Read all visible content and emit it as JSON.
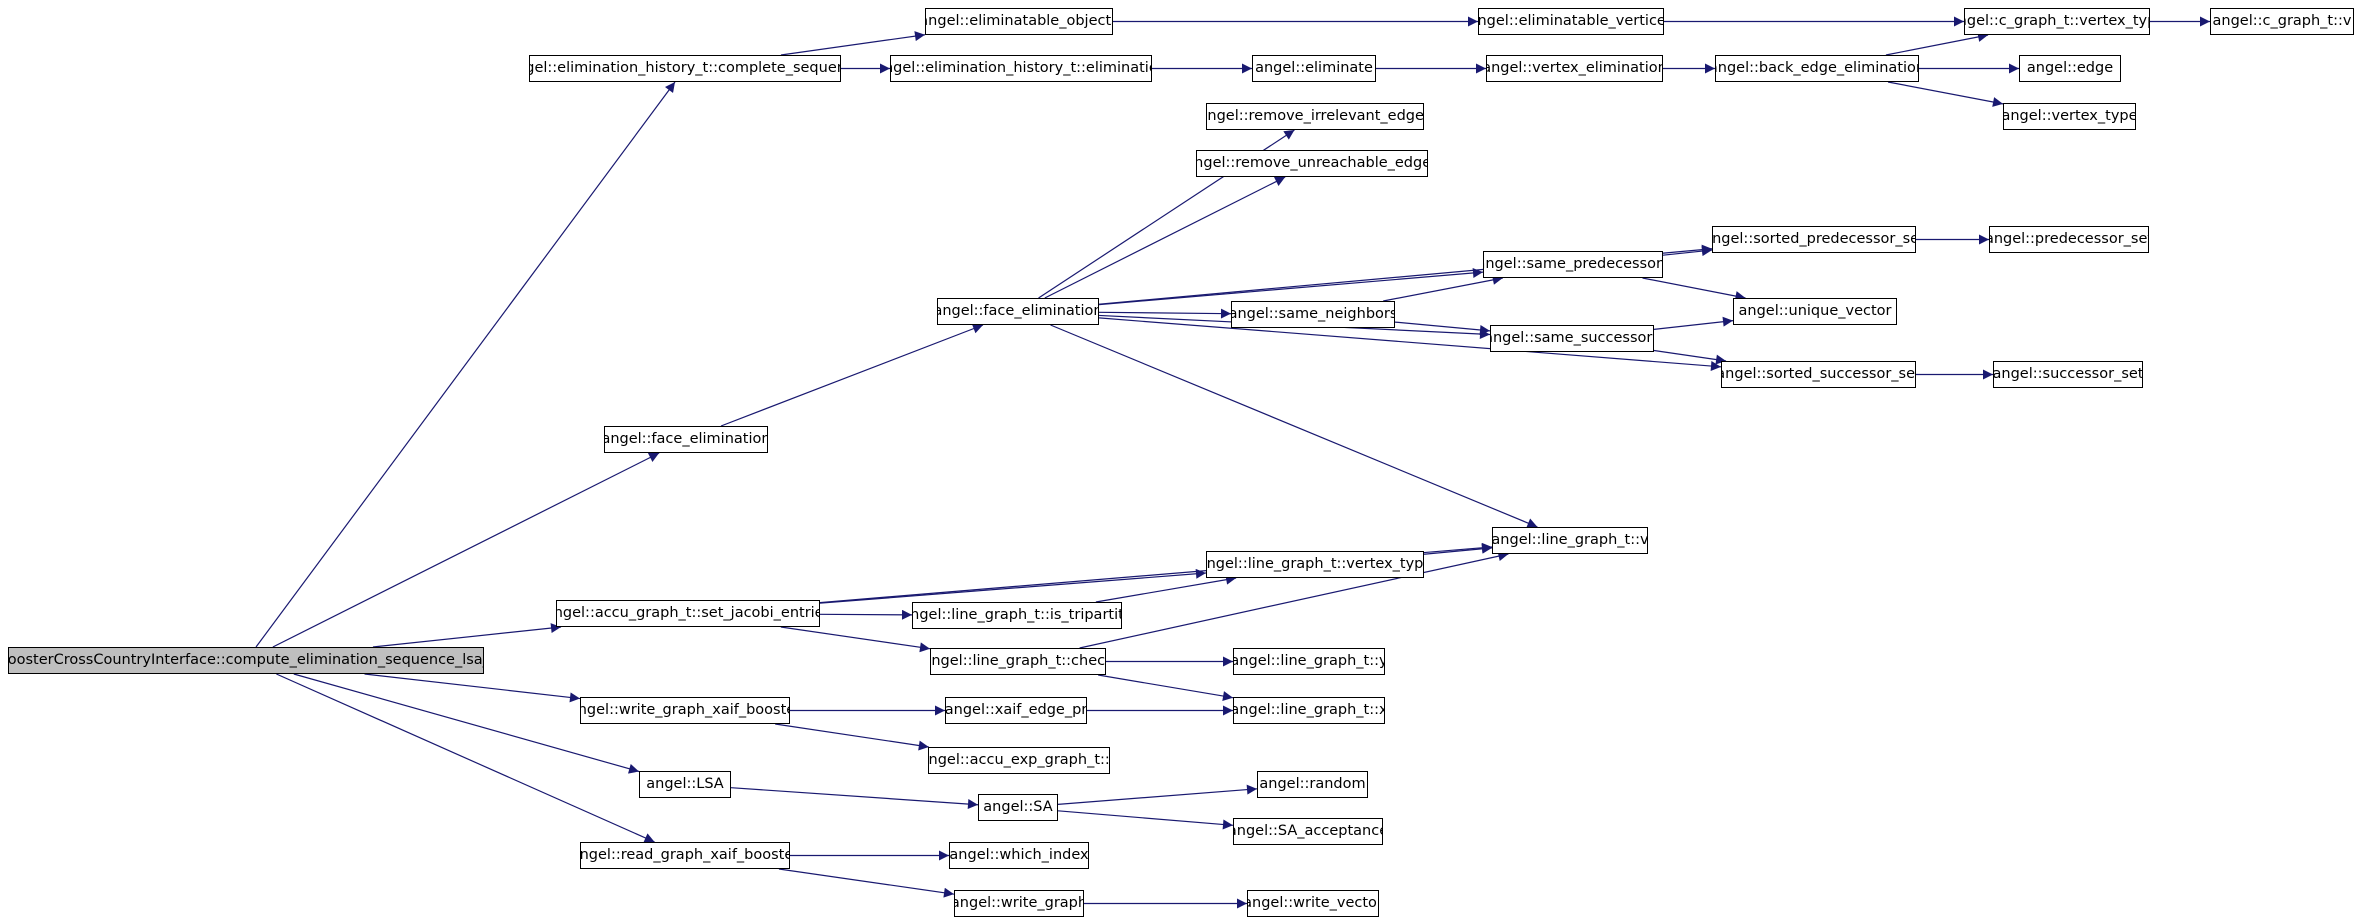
{
  "diagram": {
    "type": "call-graph",
    "edge_color": "#191970",
    "root_fill": "#bfbfbf",
    "nodes": [
      {
        "id": "root",
        "label": "xaifBoosterCrossCountryInterface::compute_elimination_sequence_lsa_face",
        "root": true
      },
      {
        "id": "ehcs",
        "label": "angel::elimination_history_t::complete_sequence"
      },
      {
        "id": "eo",
        "label": "angel::eliminatable_objects"
      },
      {
        "id": "ev",
        "label": "angel::eliminatable_vertices"
      },
      {
        "id": "cgvt",
        "label": "angel::c_graph_t::vertex_type"
      },
      {
        "id": "cgv",
        "label": "angel::c_graph_t::v"
      },
      {
        "id": "ehe",
        "label": "angel::elimination_history_t::elimination"
      },
      {
        "id": "elim",
        "label": "angel::eliminate"
      },
      {
        "id": "velim",
        "label": "angel::vertex_elimination"
      },
      {
        "id": "bee",
        "label": "angel::back_edge_elimination"
      },
      {
        "id": "edge",
        "label": "angel::edge"
      },
      {
        "id": "vt",
        "label": "angel::vertex_type"
      },
      {
        "id": "rie",
        "label": "angel::remove_irrelevant_edges"
      },
      {
        "id": "rue",
        "label": "angel::remove_unreachable_edges"
      },
      {
        "id": "fe2",
        "label": "angel::face_elimination"
      },
      {
        "id": "sps",
        "label": "angel::sorted_predecessor_set"
      },
      {
        "id": "ps",
        "label": "angel::predecessor_set"
      },
      {
        "id": "sp",
        "label": "angel::same_predecessors"
      },
      {
        "id": "uv",
        "label": "angel::unique_vector"
      },
      {
        "id": "sn",
        "label": "angel::same_neighbors"
      },
      {
        "id": "ss",
        "label": "angel::same_successors"
      },
      {
        "id": "sss",
        "label": "angel::sorted_successor_set"
      },
      {
        "id": "sus",
        "label": "angel::successor_set"
      },
      {
        "id": "fe1",
        "label": "angel::face_elimination"
      },
      {
        "id": "lgv",
        "label": "angel::line_graph_t::v"
      },
      {
        "id": "lgvt",
        "label": "angel::line_graph_t::vertex_type"
      },
      {
        "id": "agsje",
        "label": "angel::accu_graph_t::set_jacobi_entries"
      },
      {
        "id": "lgit",
        "label": "angel::line_graph_t::is_tripartite"
      },
      {
        "id": "lgc",
        "label": "angel::line_graph_t::check"
      },
      {
        "id": "lgy",
        "label": "angel::line_graph_t::y"
      },
      {
        "id": "wgxb",
        "label": "angel::write_graph_xaif_booster"
      },
      {
        "id": "xep",
        "label": "angel::xaif_edge_pr"
      },
      {
        "id": "lgx",
        "label": "angel::line_graph_t::x"
      },
      {
        "id": "aegv",
        "label": "angel::accu_exp_graph_t::v"
      },
      {
        "id": "lsa",
        "label": "angel::LSA"
      },
      {
        "id": "sa",
        "label": "angel::SA"
      },
      {
        "id": "rand",
        "label": "angel::random"
      },
      {
        "id": "saacc",
        "label": "angel::SA_acceptance"
      },
      {
        "id": "rgxb",
        "label": "angel::read_graph_xaif_booster"
      },
      {
        "id": "wi",
        "label": "angel::which_index"
      },
      {
        "id": "wg",
        "label": "angel::write_graph"
      },
      {
        "id": "wv",
        "label": "angel::write_vector"
      }
    ],
    "edges": [
      [
        "root",
        "ehcs"
      ],
      [
        "root",
        "fe1"
      ],
      [
        "root",
        "agsje"
      ],
      [
        "root",
        "wgxb"
      ],
      [
        "root",
        "lsa"
      ],
      [
        "root",
        "rgxb"
      ],
      [
        "ehcs",
        "eo"
      ],
      [
        "ehcs",
        "ehe"
      ],
      [
        "eo",
        "ev"
      ],
      [
        "ev",
        "cgvt"
      ],
      [
        "cgvt",
        "cgv"
      ],
      [
        "ehe",
        "elim"
      ],
      [
        "elim",
        "velim"
      ],
      [
        "velim",
        "bee"
      ],
      [
        "bee",
        "cgvt"
      ],
      [
        "bee",
        "edge"
      ],
      [
        "bee",
        "vt"
      ],
      [
        "fe1",
        "fe2"
      ],
      [
        "fe2",
        "rie"
      ],
      [
        "fe2",
        "rue"
      ],
      [
        "fe2",
        "sps"
      ],
      [
        "fe2",
        "sp"
      ],
      [
        "fe2",
        "sn"
      ],
      [
        "fe2",
        "ss"
      ],
      [
        "fe2",
        "sss"
      ],
      [
        "fe2",
        "lgv"
      ],
      [
        "sps",
        "ps"
      ],
      [
        "sp",
        "sps"
      ],
      [
        "sp",
        "uv"
      ],
      [
        "sn",
        "sp"
      ],
      [
        "sn",
        "ss"
      ],
      [
        "ss",
        "uv"
      ],
      [
        "ss",
        "sss"
      ],
      [
        "sss",
        "sus"
      ],
      [
        "agsje",
        "lgv"
      ],
      [
        "agsje",
        "lgvt"
      ],
      [
        "agsje",
        "lgit"
      ],
      [
        "agsje",
        "lgc"
      ],
      [
        "lgvt",
        "lgv"
      ],
      [
        "lgit",
        "lgvt"
      ],
      [
        "lgc",
        "lgv"
      ],
      [
        "lgc",
        "lgy"
      ],
      [
        "lgc",
        "lgx"
      ],
      [
        "wgxb",
        "xep"
      ],
      [
        "wgxb",
        "aegv"
      ],
      [
        "xep",
        "lgx"
      ],
      [
        "lsa",
        "sa"
      ],
      [
        "sa",
        "rand"
      ],
      [
        "sa",
        "saacc"
      ],
      [
        "rgxb",
        "wi"
      ],
      [
        "rgxb",
        "wg"
      ],
      [
        "wg",
        "wv"
      ]
    ]
  }
}
